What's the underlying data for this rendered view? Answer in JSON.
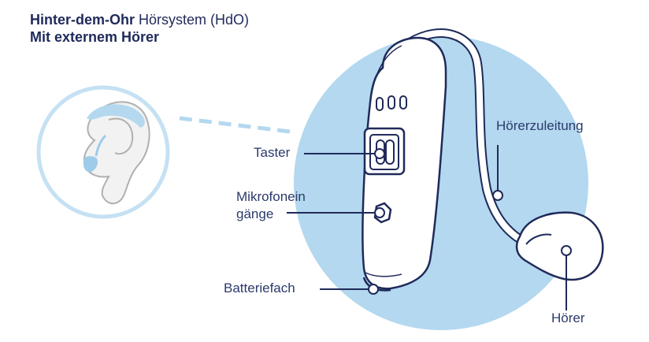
{
  "title": {
    "line1_bold": "Hinter-dem-Ohr",
    "line1_light": "Hörsystem (HdO)",
    "line2": "Mit externem Hörer"
  },
  "labels": {
    "taster": "Taster",
    "mikrofon_line1": "Mikrofonein",
    "mikrofon_line2": "gänge",
    "batteriefach": "Batteriefach",
    "hoererzuleitung": "Hörerzuleitung",
    "hoerer": "Hörer"
  },
  "colors": {
    "background_circle": "#b3d8ef",
    "outline": "#1f2a5a",
    "ear_circle_border": "#c5e1f3",
    "dashed_line": "#b3d8ef",
    "device_fill": "#ffffff"
  }
}
